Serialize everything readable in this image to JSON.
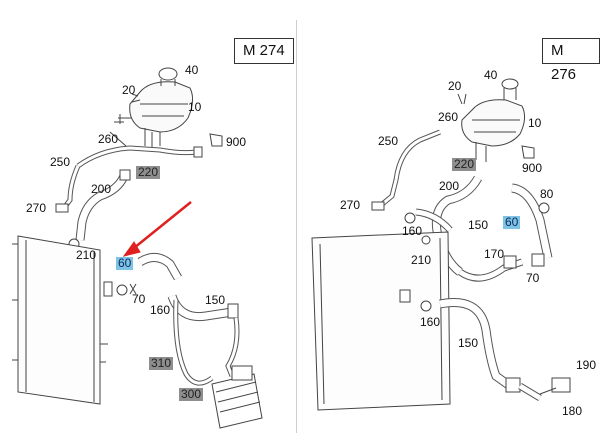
{
  "left": {
    "model": "M 274",
    "labels": {
      "l40": "40",
      "l20": "20",
      "l10": "10",
      "l900": "900",
      "l260": "260",
      "l250": "250",
      "l220": "220",
      "l200": "200",
      "l270": "270",
      "l210": "210",
      "l60": "60",
      "l70": "70",
      "l160": "160",
      "l150": "150",
      "l310": "310",
      "l300": "300"
    }
  },
  "right": {
    "model": "M 276",
    "labels": {
      "l40": "40",
      "l20": "20",
      "l260": "260",
      "l10": "10",
      "l250": "250",
      "l220": "220",
      "l900": "900",
      "l200": "200",
      "l80": "80",
      "l270": "270",
      "l160a": "160",
      "l150a": "150",
      "l60": "60",
      "l170": "170",
      "l210": "210",
      "l70": "70",
      "l160b": "160",
      "l150b": "150",
      "l190": "190",
      "l180": "180"
    }
  },
  "colors": {
    "arrow": "#e02020",
    "highlight_blue": "#7ec3e6",
    "highlight_gray": "#8e8e8e"
  }
}
